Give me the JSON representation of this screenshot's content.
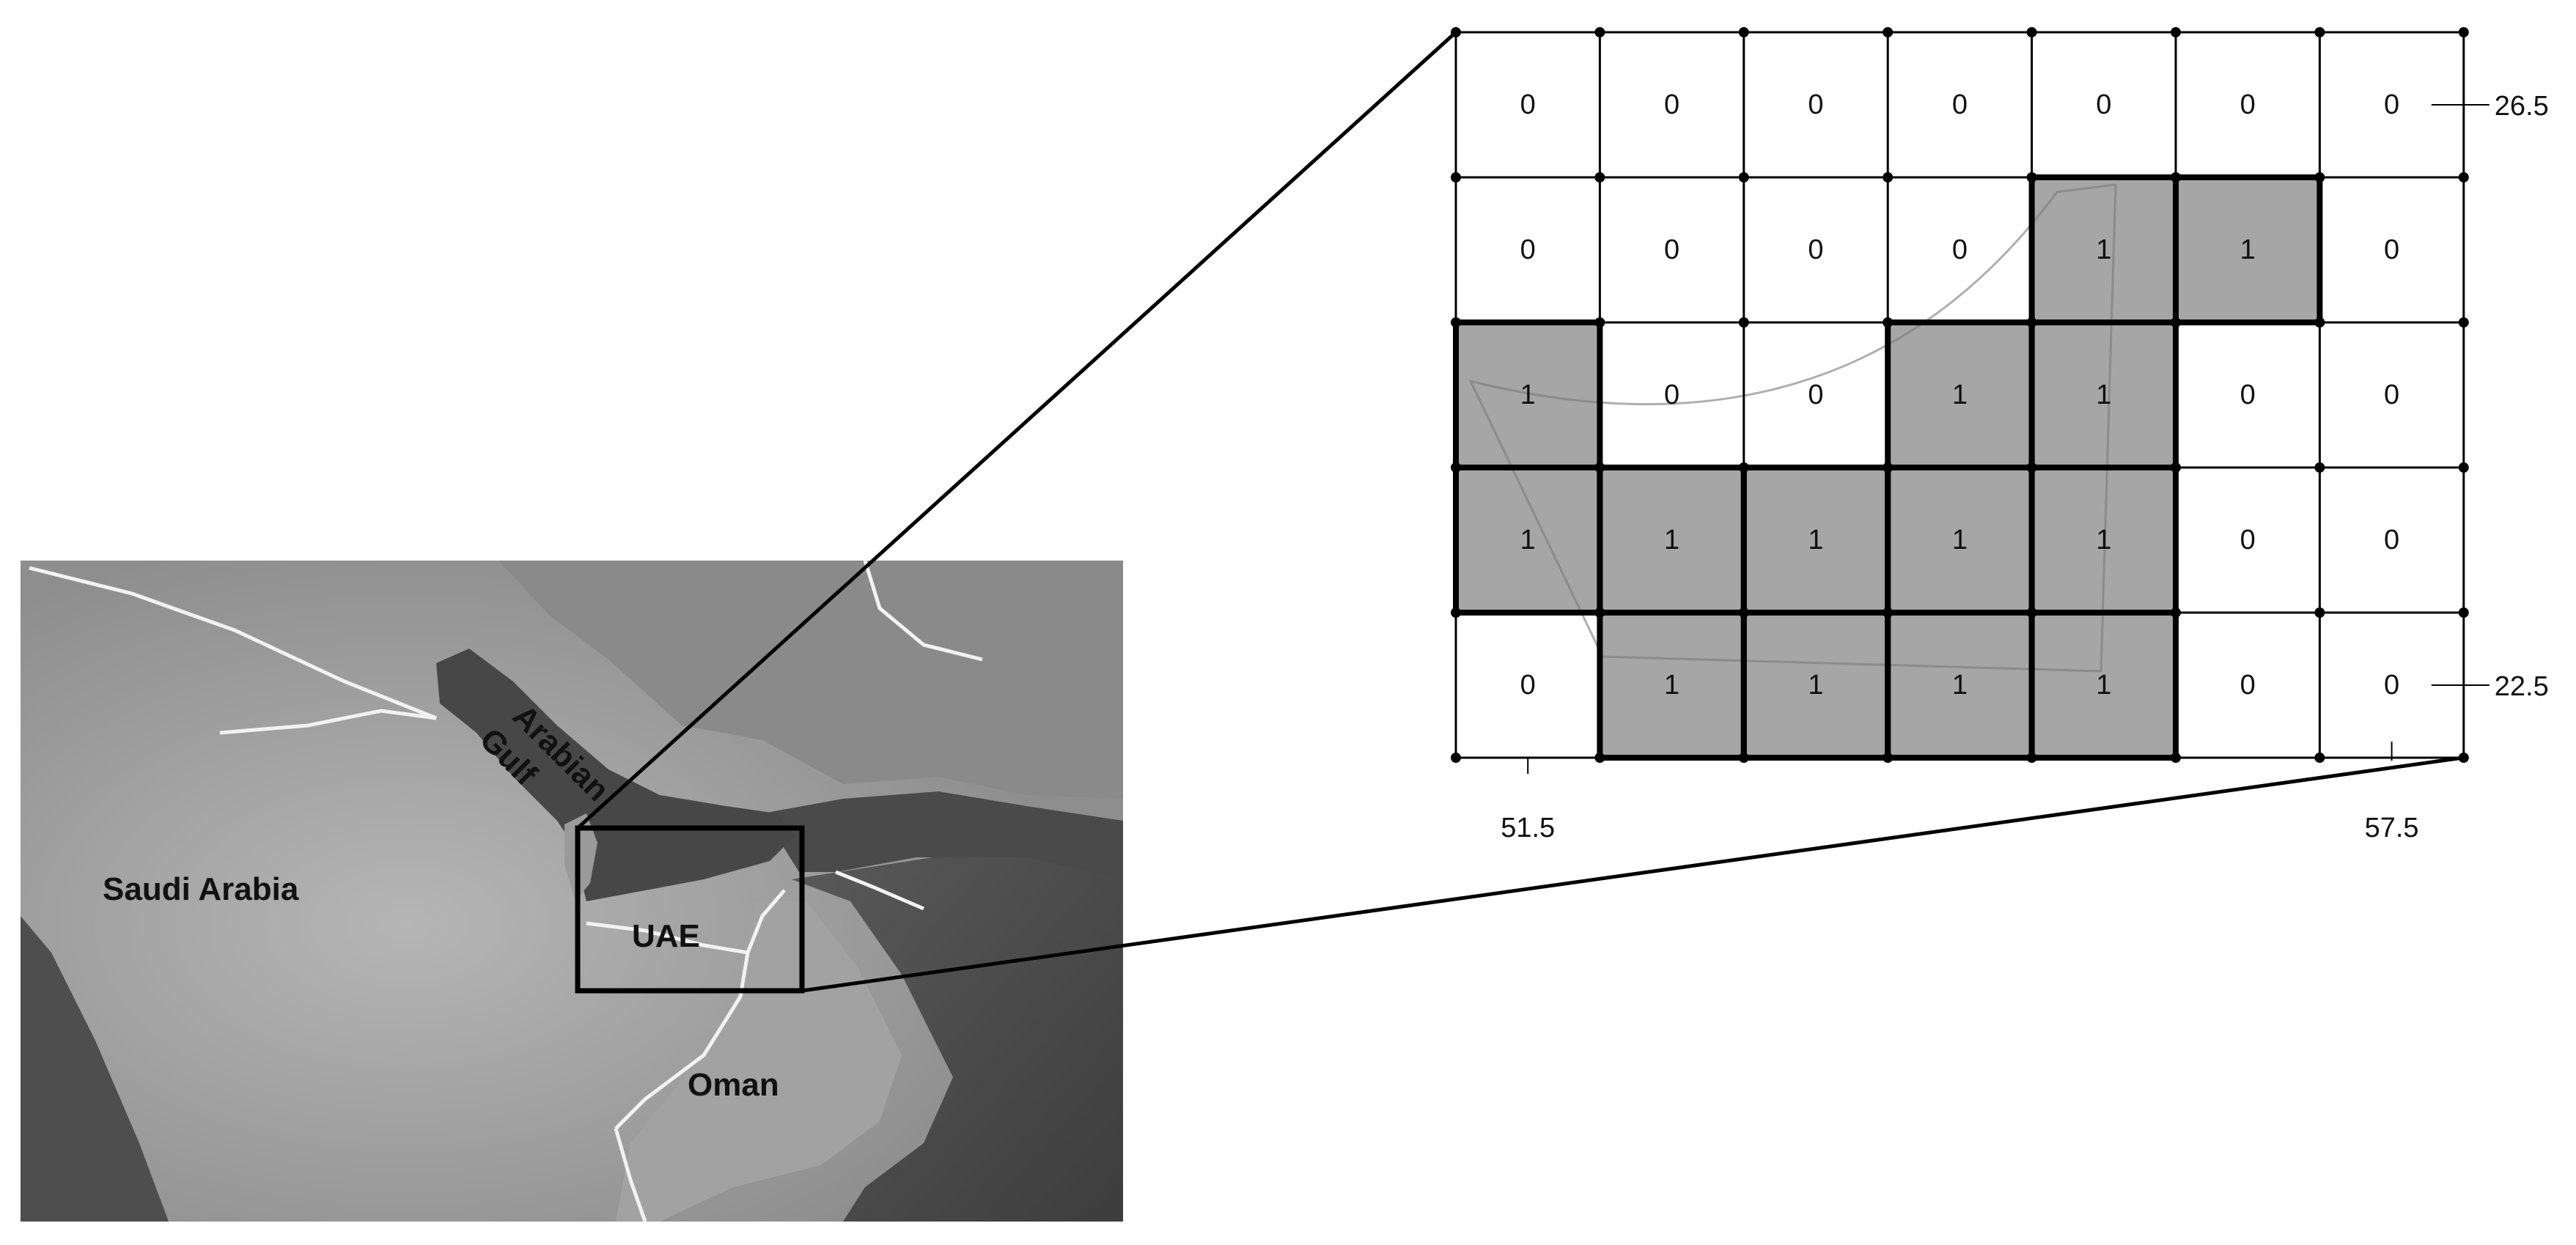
{
  "overview_map": {
    "labels": {
      "gulf_line1": "Arabian",
      "gulf_line2": "Gulf",
      "saudi_arabia": "Saudi Arabia",
      "uae": "UAE",
      "oman": "Oman"
    }
  },
  "grid": {
    "rows": 5,
    "cols": 7,
    "values": [
      [
        0,
        0,
        0,
        0,
        0,
        0,
        0
      ],
      [
        0,
        0,
        0,
        0,
        1,
        1,
        0
      ],
      [
        1,
        0,
        0,
        1,
        1,
        0,
        0
      ],
      [
        1,
        1,
        1,
        1,
        1,
        0,
        0
      ],
      [
        0,
        1,
        1,
        1,
        1,
        0,
        0
      ]
    ],
    "lat_labels": {
      "top": "26.5",
      "bottom": "22.5"
    },
    "lon_labels": {
      "left": "51.5",
      "right": "57.5"
    },
    "colors": {
      "land_cell": "#a6a6a6",
      "water_cell": "#ffffff",
      "line": "#000000"
    }
  }
}
